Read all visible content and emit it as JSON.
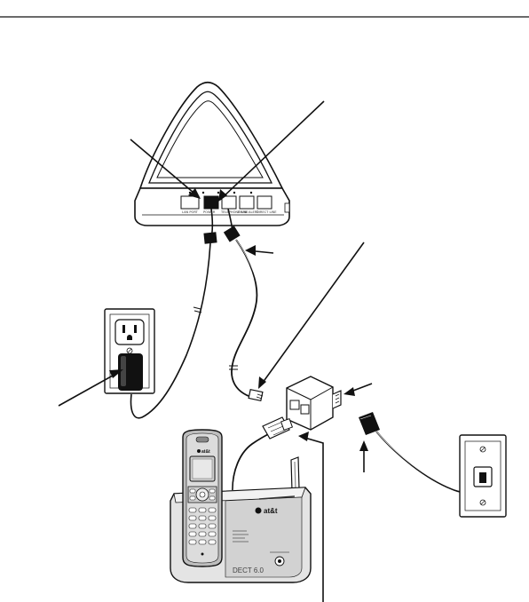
{
  "diagram": {
    "router": {
      "port_labels": [
        "LAN PORT",
        "POWER",
        "TELEPHONE LINE",
        "EMAIL ALERT",
        "DIRECT LINE"
      ]
    },
    "phone": {
      "brand": "at&t",
      "model": "DECT 6.0"
    },
    "colors": {
      "line": "#111111",
      "device_body": "#ffffff",
      "device_shade": "#d9d9d9",
      "port": "#ffffff",
      "handset_screen": "#cfcfcf"
    }
  }
}
